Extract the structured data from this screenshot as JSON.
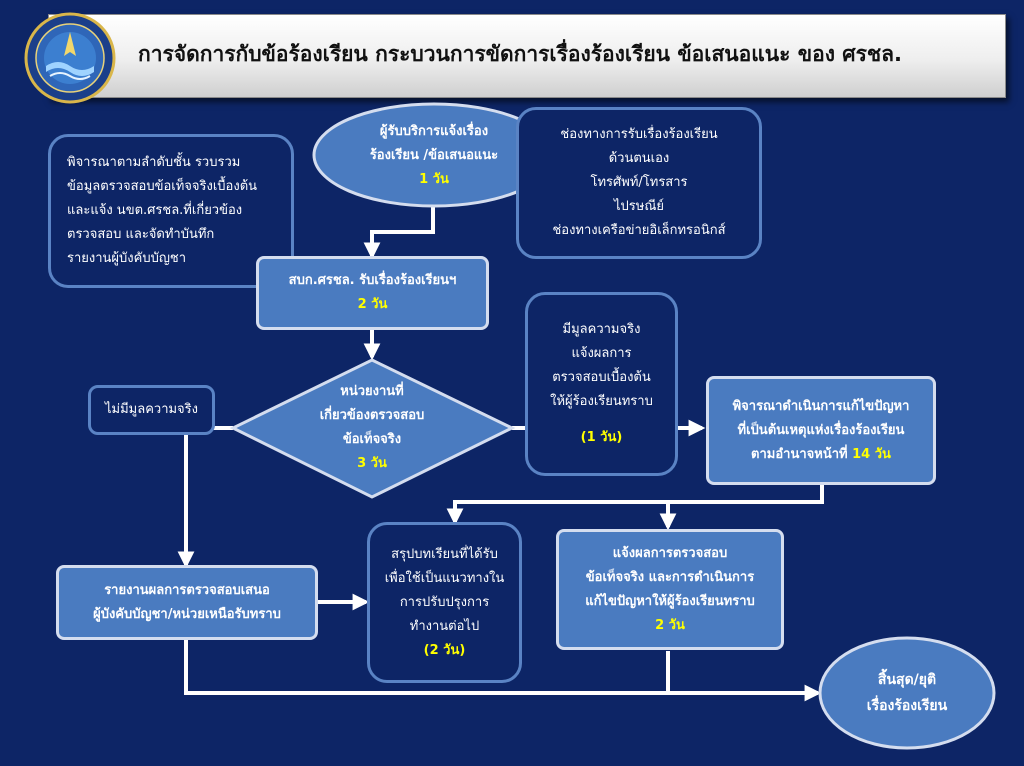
{
  "title": "การจัดการกับข้อร้องเรียน กระบวนการขัดการเรื่องร้องเรียน ข้อเสนอแนะ ของ ศรชล.",
  "nodes": {
    "start": {
      "lines": [
        "ผู้รับบริการแจ้งเรื่อง",
        "ร้องเรียน /ข้อเสนอแนะ"
      ],
      "duration": "1 วัน"
    },
    "channels": {
      "lines": [
        "ช่องทางการรับเรื่องร้องเรียน",
        "ด้วนตนเอง",
        "โทรศัพท์/โทรสาร",
        "ไปรษณีย์",
        "ช่องทางเครือข่ายอิเล็กทรอนิกส์"
      ]
    },
    "consider_note": {
      "lines": [
        "พิจารณาตามลำดับชั้น รวบรวม",
        "ข้อมูลตรวจสอบข้อเท็จจริงเบื้องต้น",
        "และแจ้ง นขต.ศรชล.ที่เกี่ยวข้อง",
        "ตรวจสอบ และจัดทำบันทึก",
        "รายงานผู้บังคับบัญชา"
      ]
    },
    "receive": {
      "lines": [
        "สบก.ศรชล. รับเรื่องร้องเรียนฯ"
      ],
      "duration": "2 วัน"
    },
    "verify": {
      "lines": [
        "หน่วยงานที่",
        "เกี่ยวข้องตรวจสอบ",
        "ข้อเท็จจริง"
      ],
      "duration": "3 วัน"
    },
    "no_fact": {
      "lines": [
        "ไม่มีมูลความจริง"
      ]
    },
    "has_fact": {
      "lines": [
        "มีมูลความจริง",
        "แจ้งผลการ",
        "ตรวจสอบเบื้องต้น",
        "ให้ผู้ร้องเรียนทราบ"
      ],
      "duration": "(1 วัน)"
    },
    "resolve": {
      "lines": [
        "พิจารณาดำเนินการแก้ไขปัญหา",
        "ที่เป็นต้นเหตุแห่งเรื่องร้องเรียน",
        "ตามอำนาจหน้าที่"
      ],
      "duration": "14 วัน"
    },
    "report": {
      "lines": [
        "รายงานผลการตรวจสอบเสนอ",
        "ผู้บังคับบัญชา/หน่วยเหนือรับทราบ"
      ]
    },
    "summary": {
      "lines": [
        "สรุปบทเรียนที่ได้รับ",
        "เพื่อใช้เป็นแนวทางใน",
        "การปรับปรุงการ",
        "ทำงานต่อไป"
      ],
      "duration": "(2 วัน)"
    },
    "notify": {
      "lines": [
        "แจ้งผลการตรวจสอบ",
        "ข้อเท็จจริง และการดำเนินการ",
        "แก้ไขปัญหาให้ผู้ร้องเรียนทราบ"
      ],
      "duration": "2 วัน"
    },
    "end": {
      "lines": [
        "สิ้นสุด/ยุติ",
        "เรื่องร้องเรียน"
      ]
    }
  },
  "colors": {
    "background": "#0d2566",
    "box_fill": "#4a7bc0",
    "box_border": "#d4ddef",
    "outline_border": "#5a83c4",
    "highlight": "#ffff00",
    "connector": "#ffffff"
  }
}
